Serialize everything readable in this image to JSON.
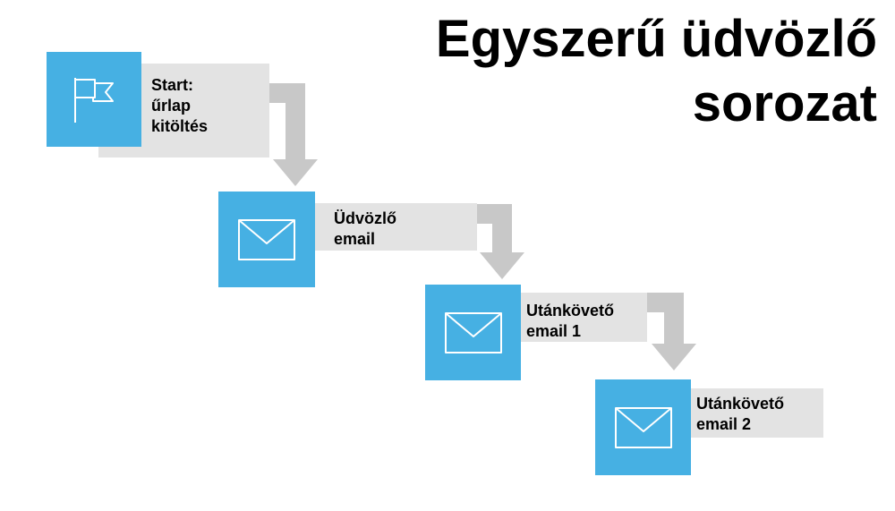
{
  "title": {
    "line1": "Egyszerű üdvözlő",
    "line2": "sorozat"
  },
  "colors": {
    "box": "#46b0e3",
    "label_bg": "#e3e3e3",
    "arrow": "#c8c8c8",
    "icon": "#ffffff",
    "text": "#000000"
  },
  "steps": [
    {
      "icon": "flag-icon",
      "line1": "Start:",
      "line2": "űrlap",
      "line3": "kitöltés"
    },
    {
      "icon": "envelope-icon",
      "line1": "Üdvözlő",
      "line2": "email"
    },
    {
      "icon": "envelope-icon",
      "line1": "Utánkövető",
      "line2": "email 1"
    },
    {
      "icon": "envelope-icon",
      "line1": "Utánkövető",
      "line2": "email 2"
    }
  ]
}
